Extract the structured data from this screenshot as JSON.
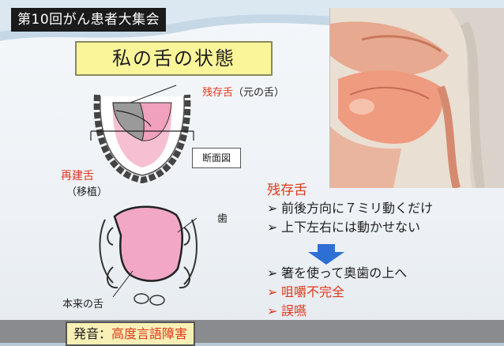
{
  "slide": {
    "event_label": "第10回がん患者大集会",
    "title": "私の舌の状態"
  },
  "diagram": {
    "residual_tongue_label": "残存舌",
    "residual_tongue_note": "（元の舌）",
    "section_box_label": "断面図",
    "rebuilt_tongue_label": "再建舌",
    "transplant_label": "（移植）",
    "tooth_label": "歯",
    "original_tongue_label": "本来の舌"
  },
  "notes": {
    "heading": "残存舌",
    "bullets": [
      {
        "mark": "➢",
        "text": "前後方向に７ミリ動くだけ",
        "color": "#202020"
      },
      {
        "mark": "➢",
        "text": "上下左右には動かせない",
        "color": "#202020"
      },
      {
        "mark": "➢",
        "text": "箸を使って奥歯の上へ",
        "color": "#202020"
      },
      {
        "mark": "➢",
        "text": "咀嚼不完全",
        "color": "#e0371c"
      },
      {
        "mark": "➢",
        "text": "誤嚥",
        "color": "#e0371c"
      }
    ]
  },
  "footer": {
    "prefix": "発音：",
    "value": "高度言語障害"
  },
  "colors": {
    "accent_red": "#e0371c",
    "title_bg": "#fbf59a",
    "arrow_blue": "#2e6fd3",
    "tongue_pink": "#f2a7c6"
  }
}
